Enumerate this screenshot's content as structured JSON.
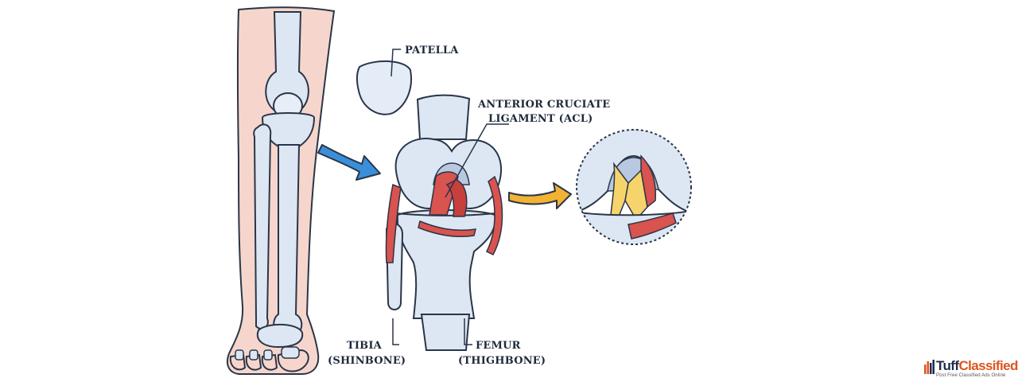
{
  "labels": {
    "patella": "PATELLA",
    "acl_line1": "ANTERIOR CRUCIATE",
    "acl_line2": "LIGAMENT (ACL)",
    "tibia_line1": "TIBIA",
    "tibia_line2": "(SHINBONE)",
    "femur_line1": "FEMUR",
    "femur_line2": "(THIGHBONE)"
  },
  "watermark": {
    "name_part1": "Tuff",
    "name_part2": "Classified",
    "tagline": "Post Free Classified Ads Online"
  },
  "colors": {
    "bone": "#dde7f3",
    "bone_outline": "#2a3548",
    "skin": "#f6d6cc",
    "ligament": "#d9534f",
    "arrow_blue": "#3a8fd8",
    "arrow_orange": "#f2b233",
    "torn_ligament": "#f7d46b"
  }
}
